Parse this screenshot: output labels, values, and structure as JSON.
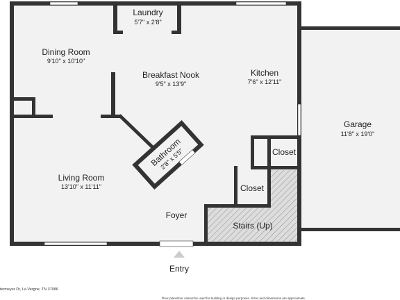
{
  "colors": {
    "wall": "#333333",
    "floor": "#f2f2f2",
    "stair_fill": "#d9d9d9",
    "window": "#ffffff",
    "background": "#ffffff"
  },
  "rooms": {
    "laundry": {
      "name": "Laundry",
      "dims": "5'7\" x 2'8\""
    },
    "dining": {
      "name": "Dining Room",
      "dims": "9'10\" x 10'10\""
    },
    "breakfast": {
      "name": "Breakfast Nook",
      "dims": "9'5\" x 13'9\""
    },
    "kitchen": {
      "name": "Kitchen",
      "dims": "7'6\" x 12'11\""
    },
    "garage": {
      "name": "Garage",
      "dims": "11'8\" x 19'0\""
    },
    "bathroom": {
      "name": "Bathroom",
      "dims": "2'8\" x 5'5\""
    },
    "closet_kitchen": {
      "name": "Closet"
    },
    "closet_foyer": {
      "name": "Closet"
    },
    "living": {
      "name": "Living Room",
      "dims": "13'10\" x 11'11\""
    },
    "foyer": {
      "name": "Foyer"
    },
    "stairs": {
      "name": "Stairs (Up)"
    }
  },
  "entry": {
    "label": "Entry",
    "arrow_icon": "up-arrow-icon"
  },
  "footer": {
    "address": "termeyer Dr, La Vergne, TN 37086",
    "disclaimer": "Floor plans/tour cannot be used for building or design purposes. Sizes and dimensions are approximate."
  }
}
